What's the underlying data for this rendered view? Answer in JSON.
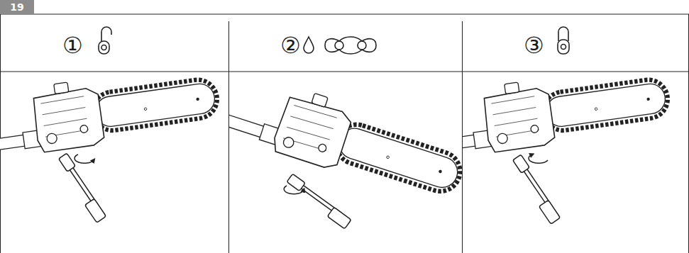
{
  "diagram": {
    "nodes": [
      {
        "text": [
          "19"
        ]
      }
    ],
    "labels": [
      "①",
      "②",
      "③"
    ]
  }
}
